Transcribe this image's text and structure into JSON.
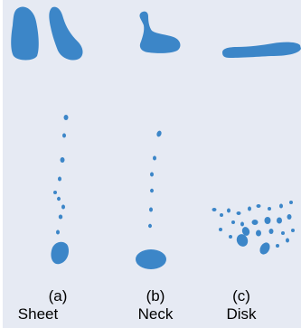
{
  "colors": {
    "background": "#e6eaf3",
    "shape_fill": "#3c86c8",
    "text": "#000000"
  },
  "labels": [
    {
      "letter": "(a)",
      "name": "Sheet"
    },
    {
      "letter": "(b)",
      "name": "Neck"
    },
    {
      "letter": "(c)",
      "name": "Disk"
    }
  ]
}
